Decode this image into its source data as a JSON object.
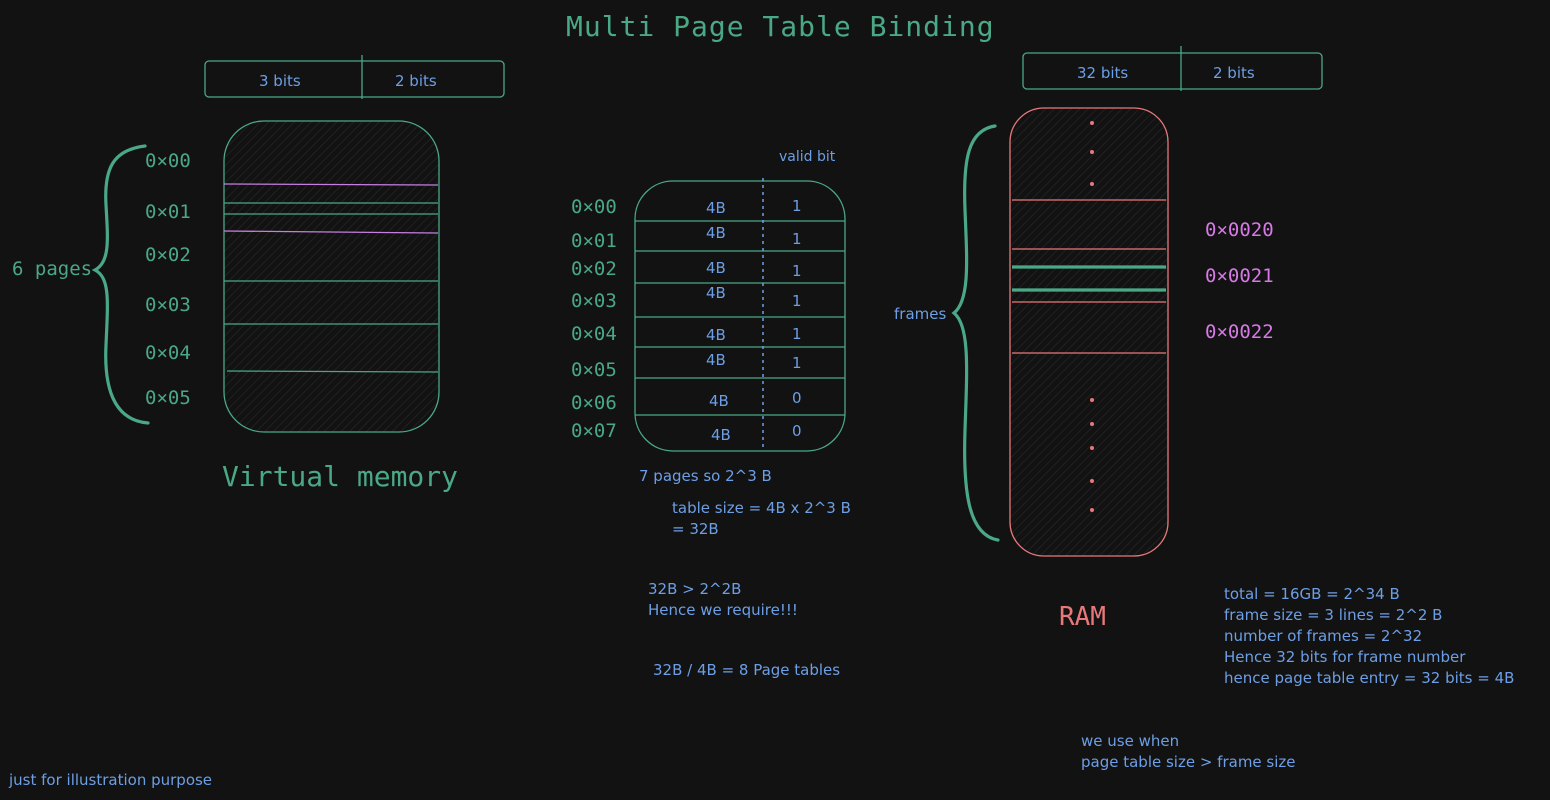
{
  "title": "Multi Page Table Binding",
  "virtual_memory": {
    "label": "Virtual memory",
    "bit_fields": [
      "3 bits",
      "2 bits"
    ],
    "pages_label": "6 pages",
    "addresses": [
      "0×00",
      "0×01",
      "0×02",
      "0×03",
      "0×04",
      "0×05"
    ]
  },
  "page_table": {
    "valid_bit_label": "valid bit",
    "addresses": [
      "0×00",
      "0×01",
      "0×02",
      "0×03",
      "0×04",
      "0×05",
      "0×06",
      "0×07"
    ],
    "entries": [
      {
        "size": "4B",
        "valid": "1"
      },
      {
        "size": "4B",
        "valid": "1"
      },
      {
        "size": "4B",
        "valid": "1"
      },
      {
        "size": "4B",
        "valid": "1"
      },
      {
        "size": "4B",
        "valid": "1"
      },
      {
        "size": "4B",
        "valid": "1"
      },
      {
        "size": "4B",
        "valid": "0"
      },
      {
        "size": "4B",
        "valid": "0"
      }
    ],
    "notes": {
      "pages": "7 pages so 2^3 B",
      "table_size_1": "table size = 4B x 2^3 B",
      "table_size_2": "= 32B",
      "compare_1": "32B > 2^2B",
      "compare_2": "Hence we require!!!",
      "count": "32B / 4B = 8 Page tables"
    }
  },
  "ram": {
    "label": "RAM",
    "bit_fields": [
      "32 bits",
      "2 bits"
    ],
    "frames_label": "frames",
    "frame_addresses": [
      "0×0020",
      "0×0021",
      "0×0022"
    ],
    "notes": [
      "total = 16GB = 2^34 B",
      "frame size = 3 lines = 2^2 B",
      "number of frames = 2^32",
      "Hence 32 bits for frame number",
      "hence page table entry = 32 bits = 4B"
    ],
    "usage_1": "we use when",
    "usage_2": "page table size > frame size"
  },
  "footer": "just for illustration purpose",
  "colors": {
    "background": "#121212",
    "green": "#4aa886",
    "blue": "#6d9fe6",
    "salmon": "#e8787a",
    "pink": "#d779e6"
  }
}
